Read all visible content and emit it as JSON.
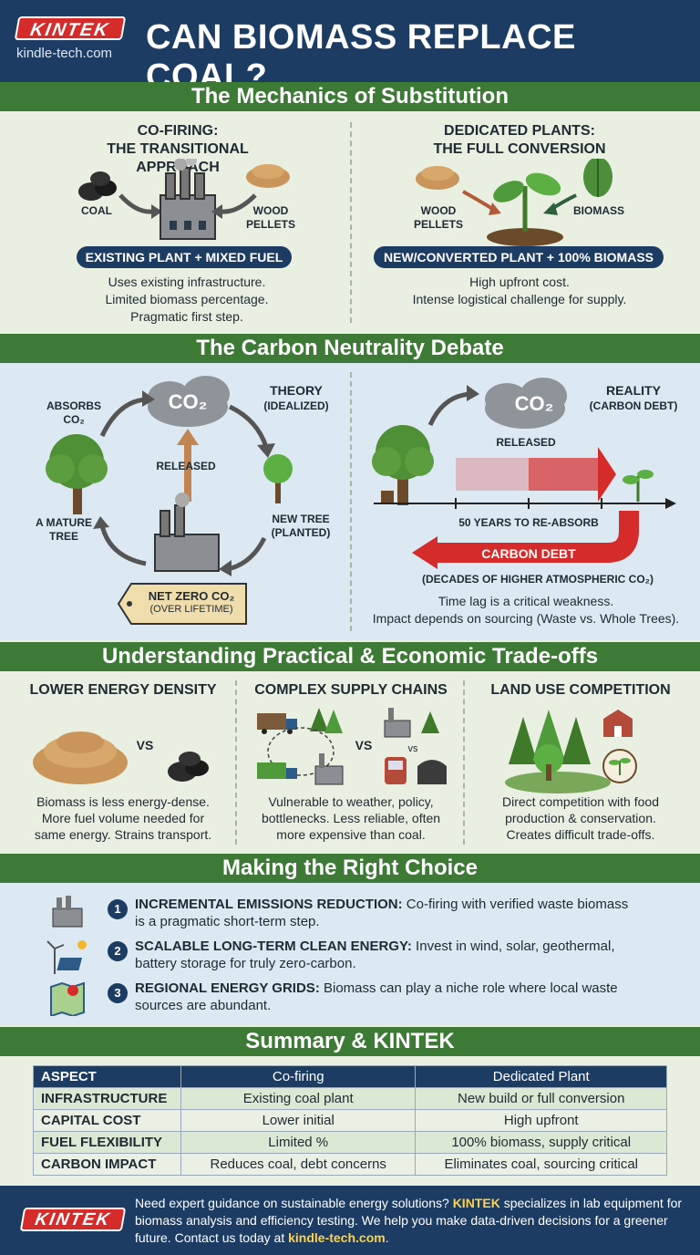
{
  "header": {
    "logo": "KINTEK",
    "url": "kindle-tech.com",
    "title": "CAN BIOMASS REPLACE COAL?"
  },
  "mechanics": {
    "title": "The Mechanics of Substitution",
    "cofiring": {
      "title_line1": "CO-FIRING:",
      "title_line2": "THE TRANSITIONAL APPROACH",
      "label_coal": "COAL",
      "label_pellets_1": "WOOD",
      "label_pellets_2": "PELLETS",
      "pill": "EXISTING PLANT + MIXED FUEL",
      "desc": [
        "Uses existing infrastructure.",
        "Limited biomass percentage.",
        "Pragmatic first step."
      ]
    },
    "dedicated": {
      "title_line1": "DEDICATED PLANTS:",
      "title_line2": "THE FULL CONVERSION",
      "label_pellets_1": "WOOD",
      "label_pellets_2": "PELLETS",
      "label_biomass": "BIOMASS",
      "pill": "NEW/CONVERTED PLANT + 100% BIOMASS",
      "desc": [
        "High upfront cost.",
        "Intense logistical challenge for supply."
      ]
    }
  },
  "carbon": {
    "title": "The Carbon Neutrality Debate",
    "theory": {
      "co2": "CO₂",
      "absorbs_1": "ABSORBS",
      "absorbs_2": "CO₂",
      "theory_1": "THEORY",
      "theory_2": "(IDEALIZED)",
      "released": "RELEASED",
      "mature_1": "A MATURE",
      "mature_2": "TREE",
      "new_1": "NEW TREE",
      "new_2": "(PLANTED)",
      "tag_1": "NET ZERO CO₂",
      "tag_2": "(OVER LIFETIME)"
    },
    "reality": {
      "co2": "CO₂",
      "reality_1": "REALITY",
      "reality_2": "(CARBON DEBT)",
      "released": "RELEASED",
      "years": "50 YEARS TO RE-ABSORB",
      "debt": "CARBON DEBT",
      "decades": "(DECADES OF HIGHER ATMOSPHERIC CO₂)",
      "desc": [
        "Time lag is a critical weakness.",
        "Impact depends on sourcing (Waste vs. Whole Trees)."
      ]
    }
  },
  "tradeoffs": {
    "title": "Understanding Practical & Economic Trade-offs",
    "items": [
      {
        "title": "LOWER ENERGY DENSITY",
        "vs": "VS",
        "desc": [
          "Biomass is less energy-dense.",
          "More fuel volume needed for",
          "same energy. Strains transport."
        ]
      },
      {
        "title": "COMPLEX SUPPLY CHAINS",
        "vs": "VS",
        "vs_small": "vs",
        "desc": [
          "Vulnerable to weather, policy,",
          "bottlenecks. Less reliable, often",
          "more expensive than coal."
        ]
      },
      {
        "title": "LAND USE COMPETITION",
        "desc": [
          "Direct competition with food",
          "production & conservation.",
          "Creates difficult trade-offs."
        ]
      }
    ]
  },
  "choice": {
    "title": "Making the Right Choice",
    "items": [
      {
        "num": "1",
        "bold": "INCREMENTAL EMISSIONS REDUCTION:",
        "text_1": " Co-firing with verified waste biomass",
        "text_2": "is a pragmatic short-term step."
      },
      {
        "num": "2",
        "bold": "SCALABLE LONG-TERM CLEAN ENERGY:",
        "text_1": " Invest in wind, solar, geothermal,",
        "text_2": "battery storage for truly zero-carbon."
      },
      {
        "num": "3",
        "bold": "REGIONAL ENERGY GRIDS:",
        "text_1": " Biomass can play a niche role where local waste",
        "text_2": "sources are abundant."
      }
    ]
  },
  "summary": {
    "title": "Summary & KINTEK",
    "headers": [
      "ASPECT",
      "Co-firing",
      "Dedicated Plant"
    ],
    "rows": [
      [
        "INFRASTRUCTURE",
        "Existing coal plant",
        "New build or full conversion"
      ],
      [
        "CAPITAL COST",
        "Lower initial",
        "High upfront"
      ],
      [
        "FUEL FLEXIBILITY",
        "Limited %",
        "100% biomass, supply critical"
      ],
      [
        "CARBON IMPACT",
        "Reduces coal, debt concerns",
        "Eliminates coal, sourcing critical"
      ]
    ]
  },
  "footer": {
    "logo": "KINTEK",
    "text_1": "Need expert guidance on sustainable energy solutions? ",
    "brand": "KINTEK",
    "text_2": " specializes in lab equipment for biomass analysis and efficiency testing. We help you make data-driven decisions for a greener future. Contact us today at ",
    "link": "kindle-tech.com",
    "text_3": "."
  },
  "colors": {
    "navy": "#1d3c63",
    "green": "#3c7a35",
    "red": "#d62b2b"
  }
}
